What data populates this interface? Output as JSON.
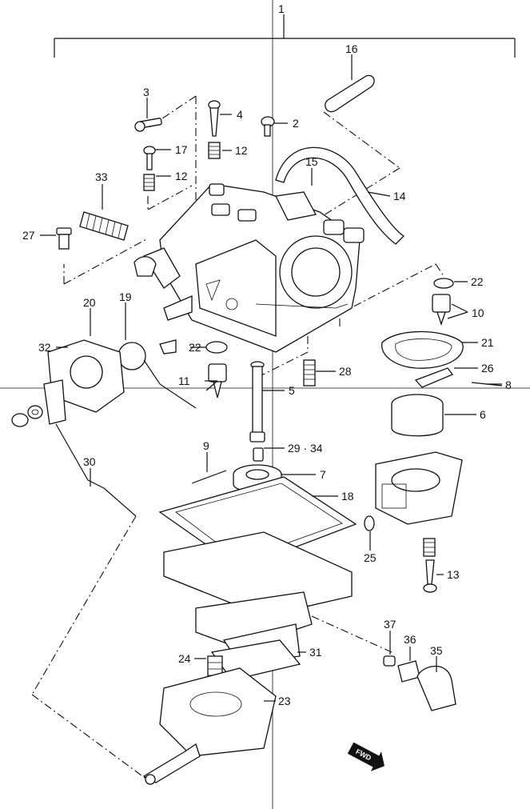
{
  "diagram": {
    "labels": [
      "1",
      "2",
      "3",
      "4",
      "5",
      "6",
      "7",
      "8",
      "9",
      "10",
      "11",
      "12",
      "12",
      "13",
      "14",
      "15",
      "16",
      "17",
      "18",
      "19",
      "20",
      "21",
      "22",
      "22",
      "23",
      "24",
      "25",
      "26",
      "27",
      "28",
      "29 · 34",
      "30",
      "31",
      "32",
      "33",
      "35",
      "36",
      "37"
    ],
    "direction_badge": "FWD"
  }
}
